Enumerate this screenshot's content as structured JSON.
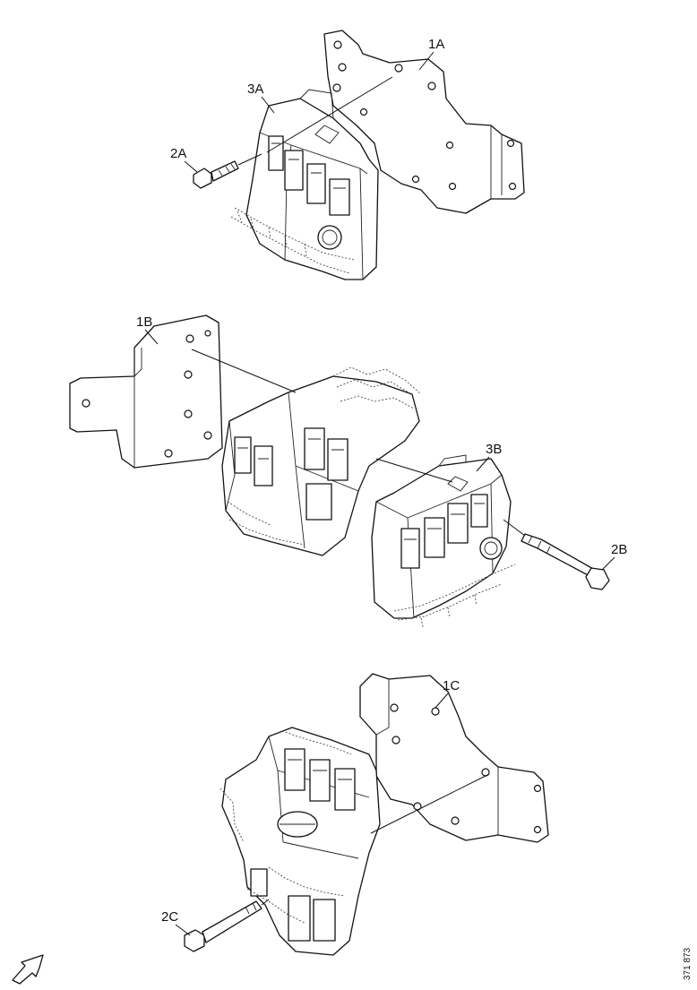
{
  "labels": {
    "a1": "1A",
    "a2": "2A",
    "a3": "3A",
    "b1": "1B",
    "b2": "2B",
    "b3": "3B",
    "c1": "1C",
    "c2": "2C"
  },
  "figure_code": "371 873",
  "icons": {
    "direction_arrow": "arrow-down-left-icon"
  }
}
